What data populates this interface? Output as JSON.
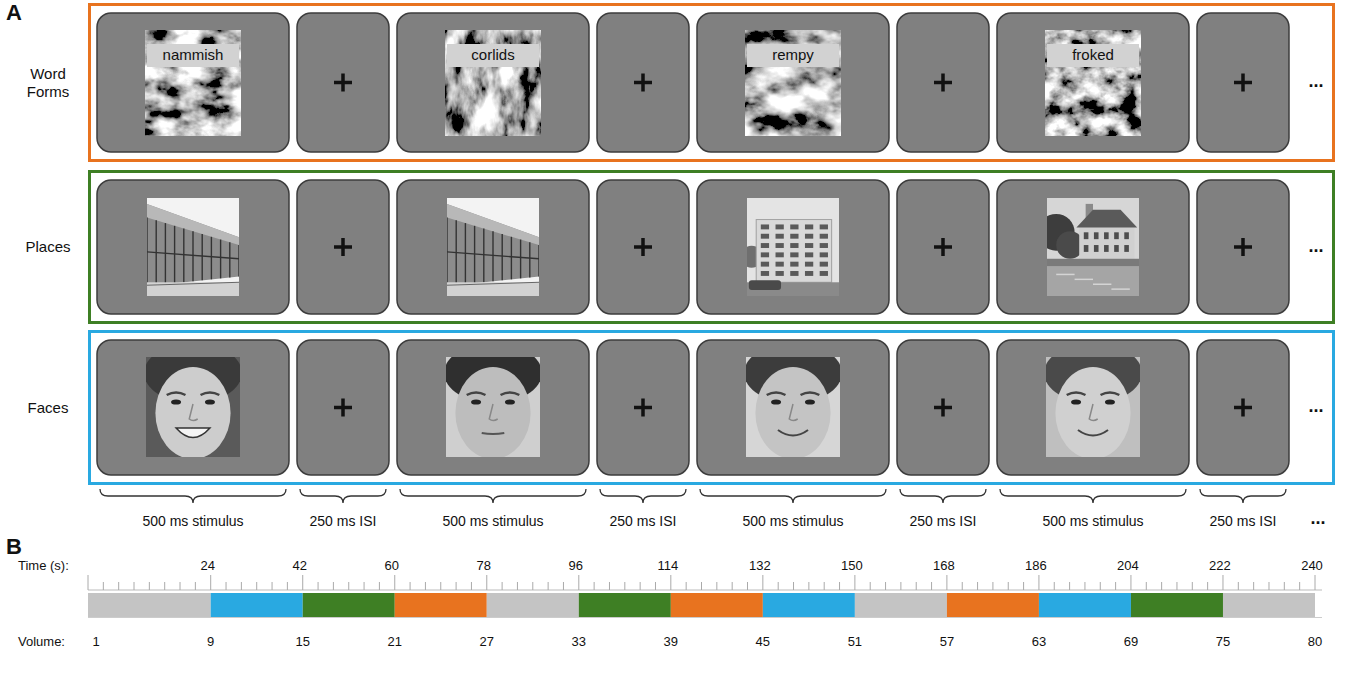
{
  "diagram": {
    "nodes": [
      {
        "text": [
          "Word Forms"
        ]
      },
      {
        "text": [
          "nammish"
        ],
        "in": 0
      },
      {
        "text": [
          "corlids"
        ],
        "in": 0
      },
      {
        "text": [
          "rempy"
        ],
        "in": 0
      },
      {
        "text": [
          "froked"
        ],
        "in": 0
      },
      {
        "text": [
          "Places"
        ]
      },
      {
        "text": [
          "Faces"
        ]
      }
    ],
    "labels": [
      "A",
      "500 ms stimulus",
      "250 ms ISI",
      "500 ms stimulus",
      "250 ms ISI",
      "500 ms stimulus",
      "250 ms ISI",
      "500 ms stimulus",
      "250 ms ISI",
      "...",
      "...",
      "...",
      "...",
      "B",
      "Time (s):",
      "24",
      "42",
      "60",
      "78",
      "96",
      "114",
      "132",
      "150",
      "168",
      "186",
      "204",
      "222",
      "240",
      "Volume:",
      "1",
      "9",
      "15",
      "21",
      "27",
      "33",
      "39",
      "45",
      "51",
      "57",
      "63",
      "69",
      "75",
      "80"
    ]
  }
}
